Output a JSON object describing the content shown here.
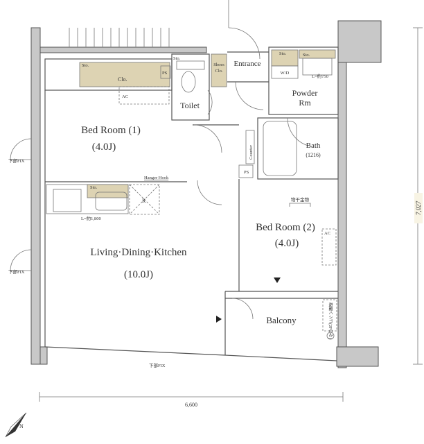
{
  "rooms": {
    "bedroom1": {
      "name": "Bed Room (1)",
      "size": "(4.0J)"
    },
    "bedroom2": {
      "name": "Bed Room (2)",
      "size": "(4.0J)"
    },
    "ldk": {
      "name": "Living·Dining·Kitchen",
      "size": "(10.0J)"
    },
    "toilet": "Toilet",
    "entrance": "Entrance",
    "powder": {
      "line1": "Powder",
      "line2": "Rm"
    },
    "bath": {
      "name": "Bath",
      "size": "(1216)"
    },
    "balcony": "Balcony"
  },
  "labels": {
    "closet": "Clo.",
    "ac": "AC",
    "ps": "PS",
    "sto": "Sto.",
    "shoes1": "Shoes",
    "shoes2": "Clo.",
    "wd": "W/D",
    "vanity_length": "L=約750",
    "counter": "Counter",
    "hanger_hook": "Hanger Hook",
    "fridge": "R",
    "kitchen_length": "L=約1,800",
    "drying_hardware": "物干金物",
    "fix_window": "下部FIX",
    "escape_ladder": "避難ハシゴ(2Fのみ)"
  },
  "dimensions": {
    "width": "6,600",
    "depth": "7,027"
  },
  "colors": {
    "storage": "#ddd3b3",
    "wall": "#c8c8c8"
  },
  "compass": {
    "label": "N"
  }
}
